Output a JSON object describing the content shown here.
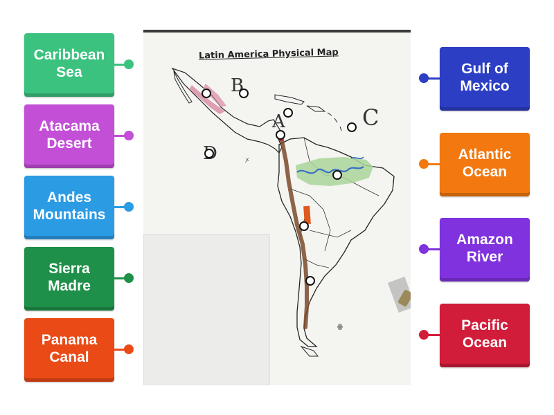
{
  "left_labels": [
    {
      "text": "Caribbean\nSea",
      "color": "#3cc27f"
    },
    {
      "text": "Atacama\nDesert",
      "color": "#c24fd6"
    },
    {
      "text": "Andes\nMountains",
      "color": "#2b9be4"
    },
    {
      "text": "Sierra\nMadre",
      "color": "#1f9049"
    },
    {
      "text": "Panama\nCanal",
      "color": "#ea4a16"
    }
  ],
  "right_labels": [
    {
      "text": "Gulf of\nMexico",
      "color": "#2c3ec4"
    },
    {
      "text": "Atlantic\nOcean",
      "color": "#f2780f"
    },
    {
      "text": "Amazon\nRiver",
      "color": "#7f32dd"
    },
    {
      "text": "Pacific\nOcean",
      "color": "#d11c3a"
    }
  ],
  "map": {
    "title": "Latin America Physical Map",
    "letters": {
      "a": "A",
      "b": "B",
      "c": "C",
      "d": "D"
    }
  }
}
